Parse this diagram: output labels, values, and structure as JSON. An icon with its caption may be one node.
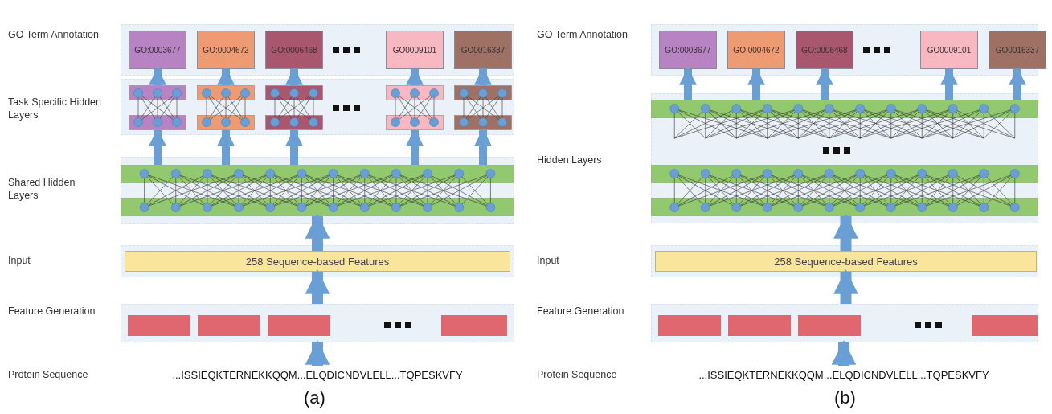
{
  "diagram": {
    "nodes": [
      {
        "text": [
          "GO:0003677"
        ]
      },
      {
        "text": [
          "GO:0004672"
        ]
      },
      {
        "text": [
          "GO:0006468"
        ]
      },
      {
        "text": [
          "GO0009101"
        ]
      },
      {
        "text": [
          "GO0016337"
        ]
      },
      {
        "text": [],
        "shape": "box"
      },
      {
        "text": [],
        "shape": "box"
      },
      {
        "text": [],
        "shape": "box"
      },
      {
        "text": [],
        "shape": "box"
      },
      {
        "text": [],
        "shape": "box"
      },
      {
        "text": [],
        "shape": "box"
      },
      {
        "text": [
          "258 Sequence-based Features"
        ]
      },
      {
        "text": [],
        "shape": "box"
      },
      {
        "text": [],
        "shape": "box",
        "in": 12
      },
      {
        "text": [],
        "shape": "box",
        "in": 12
      },
      {
        "text": [],
        "shape": "box",
        "in": 12
      },
      {
        "text": [],
        "shape": "box",
        "in": 12
      },
      {
        "text": [
          "...ISSIEQKTERNEKKQQM...ELQDICNDVLELL...TQPESKVFY"
        ]
      },
      {
        "text": [
          "GO:0003677"
        ]
      },
      {
        "text": [
          "GO:0004672"
        ]
      },
      {
        "text": [
          "GO:0006468"
        ]
      },
      {
        "text": [
          "GO0009101"
        ]
      },
      {
        "text": [
          "GO0016337"
        ]
      },
      {
        "text": [],
        "shape": "box"
      },
      {
        "text": [],
        "shape": "box"
      },
      {
        "text": [
          "258 Sequence-based Features"
        ]
      },
      {
        "text": [],
        "shape": "box"
      },
      {
        "text": [],
        "shape": "box",
        "in": 26
      },
      {
        "text": [],
        "shape": "box",
        "in": 26
      },
      {
        "text": [],
        "shape": "box",
        "in": 26
      },
      {
        "text": [],
        "shape": "box",
        "in": 26
      },
      {
        "text": [
          "...ISSIEQKTERNEKKQQM...ELQDICNDVLELL...TQPESKVFY"
        ]
      }
    ],
    "edges": [
      {
        "from": 17,
        "to": 12,
        "arrow": "to"
      },
      {
        "from": 12,
        "to": 11,
        "arrow": "to"
      },
      {
        "from": 11,
        "to": 10,
        "arrow": "to"
      },
      {
        "from": 10,
        "to": 5,
        "arrow": "to"
      },
      {
        "from": 10,
        "to": 6,
        "arrow": "to"
      },
      {
        "from": 10,
        "to": 7,
        "arrow": "to"
      },
      {
        "from": 10,
        "to": 8,
        "arrow": "to"
      },
      {
        "from": 10,
        "to": 9,
        "arrow": "to"
      },
      {
        "from": 5,
        "to": 0,
        "arrow": "to"
      },
      {
        "from": 6,
        "to": 1,
        "arrow": "to"
      },
      {
        "from": 7,
        "to": 2,
        "arrow": "to"
      },
      {
        "from": 8,
        "to": 3,
        "arrow": "to"
      },
      {
        "from": 9,
        "to": 4,
        "arrow": "to"
      },
      {
        "from": 31,
        "to": 26,
        "arrow": "to"
      },
      {
        "from": 26,
        "to": 25,
        "arrow": "to"
      },
      {
        "from": 25,
        "to": 24,
        "arrow": "to"
      },
      {
        "from": 23,
        "to": 18,
        "arrow": "to"
      },
      {
        "from": 23,
        "to": 19,
        "arrow": "to"
      },
      {
        "from": 23,
        "to": 20,
        "arrow": "to"
      },
      {
        "from": 23,
        "to": 21,
        "arrow": "to"
      },
      {
        "from": 23,
        "to": 22,
        "arrow": "to"
      }
    ],
    "labels": [
      "GO Term Annotation",
      "Task Specific Hidden Layers",
      "Shared Hidden Layers",
      "Input",
      "Feature Generation",
      "Protein Sequence",
      "(a)",
      "GO Term Annotation",
      "Hidden Layers",
      "Input",
      "Feature Generation",
      "Protein Sequence",
      "(b)"
    ]
  }
}
